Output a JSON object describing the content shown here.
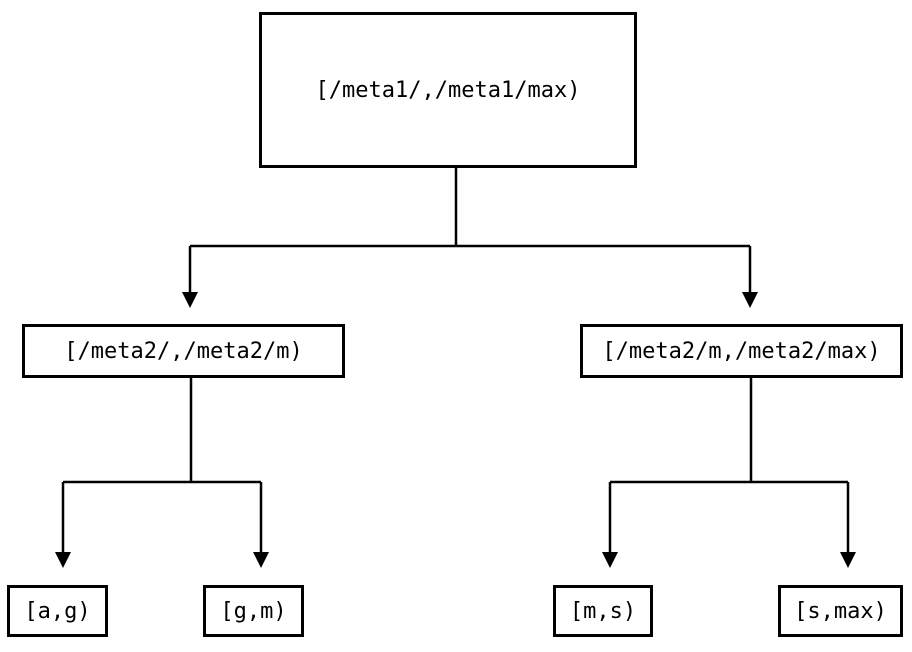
{
  "colors": {
    "background": "#ffffff",
    "line": "#000000",
    "text": "#000000"
  },
  "tree": {
    "root": {
      "label": "[/meta1/,/meta1/max)",
      "children": [
        {
          "label": "[/meta2/,/meta2/m)",
          "children": [
            {
              "label": "[a,g)"
            },
            {
              "label": "[g,m)"
            }
          ]
        },
        {
          "label": "[/meta2/m,/meta2/max)",
          "children": [
            {
              "label": "[m,s)"
            },
            {
              "label": "[s,max)"
            }
          ]
        }
      ]
    }
  }
}
